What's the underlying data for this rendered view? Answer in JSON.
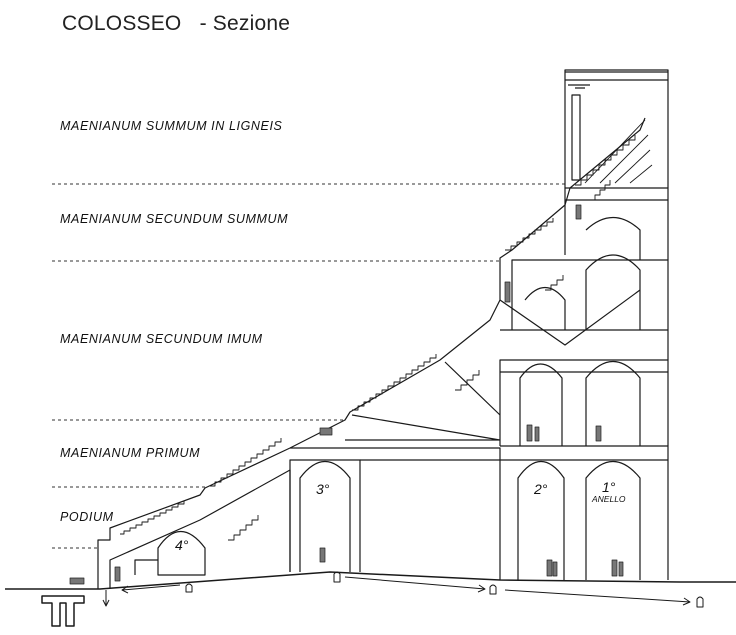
{
  "title": {
    "main": "COLOSSEO",
    "sub": "- Sezione"
  },
  "zones": [
    {
      "label": "MAENIANUM SUMMUM IN LIGNEIS"
    },
    {
      "label": "MAENIANUM SECUNDUM SUMMUM"
    },
    {
      "label": "MAENIANUM SECUNDUM IMUM"
    },
    {
      "label": "MAENIANUM PRIMUM"
    },
    {
      "label": "PODIUM"
    }
  ],
  "rings": [
    {
      "label": "4°"
    },
    {
      "label": "3°"
    },
    {
      "label": "2°"
    },
    {
      "label": "1°"
    }
  ],
  "ring_caption": "ANELLO"
}
